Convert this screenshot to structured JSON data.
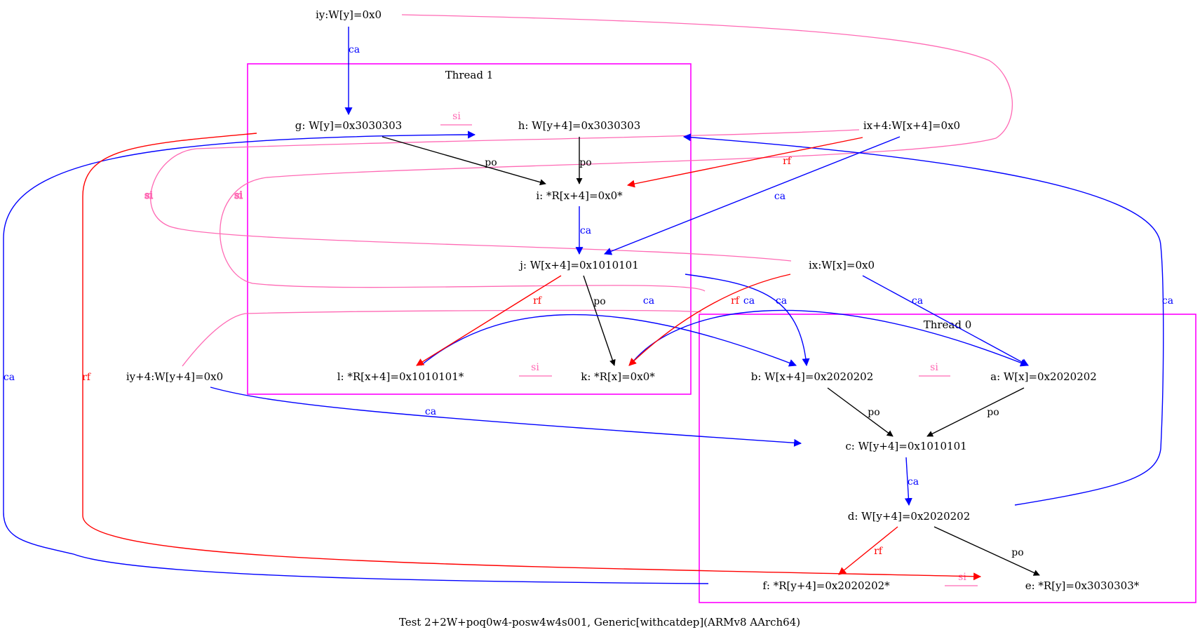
{
  "diagram": {
    "caption": "Test 2+2W+poq0w4-posw4w4s001, Generic[withcatdep](ARMv8 AArch64)",
    "colors": {
      "po": "#000000",
      "ca": "#0000ff",
      "rf": "#ff0000",
      "si": "#ff69b4",
      "cluster": "#ff00ff"
    },
    "clusters": [
      {
        "id": "thread1",
        "label": "Thread 1"
      },
      {
        "id": "thread0",
        "label": "Thread 0"
      }
    ],
    "nodes": [
      {
        "id": "iy",
        "label": "iy:W[y]=0x0"
      },
      {
        "id": "g",
        "label": "g: W[y]=0x3030303"
      },
      {
        "id": "h",
        "label": "h: W[y+4]=0x3030303"
      },
      {
        "id": "ix4",
        "label": "ix+4:W[x+4]=0x0"
      },
      {
        "id": "i",
        "label": "i: *R[x+4]=0x0*"
      },
      {
        "id": "j",
        "label": "j: W[x+4]=0x1010101"
      },
      {
        "id": "ix",
        "label": "ix:W[x]=0x0"
      },
      {
        "id": "iy4",
        "label": "iy+4:W[y+4]=0x0"
      },
      {
        "id": "l",
        "label": "l: *R[x+4]=0x1010101*"
      },
      {
        "id": "k",
        "label": "k: *R[x]=0x0*"
      },
      {
        "id": "b",
        "label": "b: W[x+4]=0x2020202"
      },
      {
        "id": "a",
        "label": "a: W[x]=0x2020202"
      },
      {
        "id": "c",
        "label": "c: W[y+4]=0x1010101"
      },
      {
        "id": "d",
        "label": "d: W[y+4]=0x2020202"
      },
      {
        "id": "f",
        "label": "f: *R[y+4]=0x2020202*"
      },
      {
        "id": "e",
        "label": "e: *R[y]=0x3030303*"
      }
    ],
    "edges": [
      {
        "id": "iy-g",
        "kind": "ca",
        "label": "ca"
      },
      {
        "id": "g-i",
        "kind": "po",
        "label": "po"
      },
      {
        "id": "h-i",
        "kind": "po",
        "label": "po"
      },
      {
        "id": "i-j",
        "kind": "ca",
        "label": "ca"
      },
      {
        "id": "ix4-i",
        "kind": "rf",
        "label": "rf"
      },
      {
        "id": "ix4-j",
        "kind": "ca",
        "label": "ca"
      },
      {
        "id": "j-l",
        "kind": "rf",
        "label": "rf"
      },
      {
        "id": "j-k",
        "kind": "po",
        "label": "po"
      },
      {
        "id": "j-b",
        "kind": "ca",
        "label": "ca"
      },
      {
        "id": "ix-k",
        "kind": "rf",
        "label": "rf"
      },
      {
        "id": "ix-a",
        "kind": "ca",
        "label": "ca"
      },
      {
        "id": "l-b",
        "kind": "ca",
        "label": "ca"
      },
      {
        "id": "k-a",
        "kind": "ca",
        "label": "ca"
      },
      {
        "id": "b-c",
        "kind": "po",
        "label": "po"
      },
      {
        "id": "a-c",
        "kind": "po",
        "label": "po"
      },
      {
        "id": "c-d",
        "kind": "ca",
        "label": "ca"
      },
      {
        "id": "d-f",
        "kind": "rf",
        "label": "rf"
      },
      {
        "id": "d-e",
        "kind": "po",
        "label": "po"
      },
      {
        "id": "d-h",
        "kind": "ca",
        "label": "ca"
      },
      {
        "id": "iy4-c",
        "kind": "ca",
        "label": "ca"
      },
      {
        "id": "f-h",
        "kind": "ca",
        "label": "ca"
      },
      {
        "id": "g-e",
        "kind": "rf",
        "label": "rf"
      },
      {
        "id": "gh-si",
        "kind": "si",
        "label": "si"
      },
      {
        "id": "lk-si",
        "kind": "si",
        "label": "si"
      },
      {
        "id": "ba-si",
        "kind": "si",
        "label": "si"
      },
      {
        "id": "fe-si",
        "kind": "si",
        "label": "si"
      },
      {
        "id": "h-ix-si",
        "kind": "si",
        "label": "si"
      },
      {
        "id": "iy-ix4-si",
        "kind": "si",
        "label": "si"
      },
      {
        "id": "ix4-iy4-si",
        "kind": "si",
        "label": "si"
      }
    ]
  }
}
